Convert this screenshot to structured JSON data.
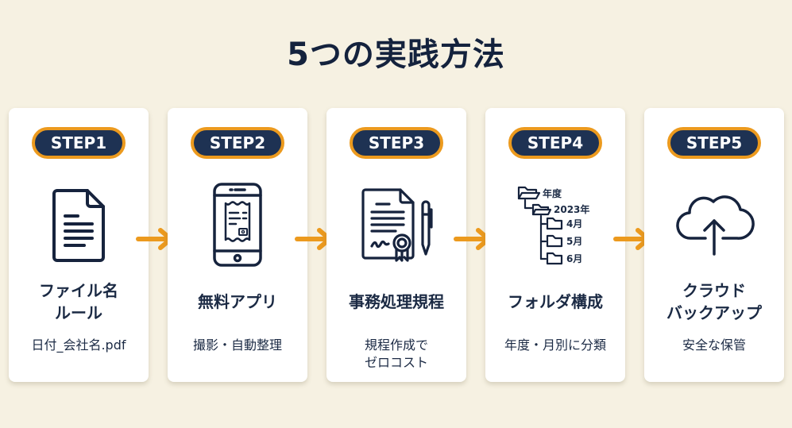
{
  "title": "5つの実践方法",
  "colors": {
    "navy": "#1e3253",
    "orange": "#ec9a1e",
    "background": "#f6f1e2",
    "card": "#ffffff"
  },
  "steps": [
    {
      "badge": "STEP1",
      "icon": "document-icon",
      "heading": "ファイル名\nルール",
      "sub": "日付_会社名.pdf"
    },
    {
      "badge": "STEP2",
      "icon": "smartphone-receipt-camera-icon",
      "heading": "無料アプリ",
      "sub": "撮影・自動整理"
    },
    {
      "badge": "STEP3",
      "icon": "certificate-pen-icon",
      "heading": "事務処理規程",
      "sub": "規程作成で\nゼロコスト"
    },
    {
      "badge": "STEP4",
      "icon": "folder-tree-icon",
      "heading": "フォルダ構成",
      "sub": "年度・月別に分類",
      "tree": {
        "root": "年度",
        "year": "2023年",
        "months": [
          "4月",
          "5月",
          "6月"
        ]
      }
    },
    {
      "badge": "STEP5",
      "icon": "cloud-upload-icon",
      "heading": "クラウド\nバックアップ",
      "sub": "安全な保管"
    }
  ],
  "arrows": [
    "arrow-right-icon",
    "arrow-right-icon",
    "arrow-right-icon",
    "arrow-right-icon"
  ]
}
